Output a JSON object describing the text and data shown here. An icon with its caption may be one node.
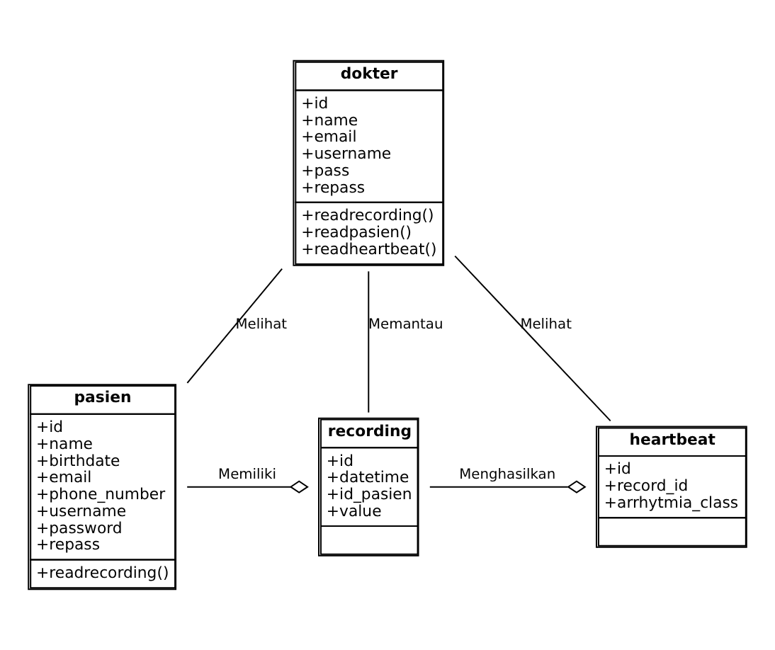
{
  "diagram": {
    "nodes": [
      {
        "text": [
          "dokter",
          "+id +name +email +username +pass +repass",
          "+readrecording() +readpasien() +readheartbeat()"
        ]
      },
      {
        "text": [
          "pasien",
          "+id +name +birthdate +email +phone_number +username +password +repass",
          "+readrecording()"
        ]
      },
      {
        "text": [
          "recording",
          "+id +datetime +id_pasien +value"
        ]
      },
      {
        "text": [
          "heartbeat",
          "+id +record_id +arrhytmia_class"
        ]
      }
    ],
    "edges": [
      {
        "from": 0,
        "to": 1,
        "arrow": "none",
        "label": "Melihat"
      },
      {
        "from": 0,
        "to": 3,
        "arrow": "none",
        "label": "Melihat"
      },
      {
        "from": 0,
        "to": 2,
        "arrow": "none",
        "label": "Memantau"
      },
      {
        "from": 1,
        "to": 2,
        "arrow": "other",
        "label": "Memiliki"
      },
      {
        "from": 2,
        "to": 3,
        "arrow": "other",
        "label": "Menghasilkan"
      }
    ]
  }
}
